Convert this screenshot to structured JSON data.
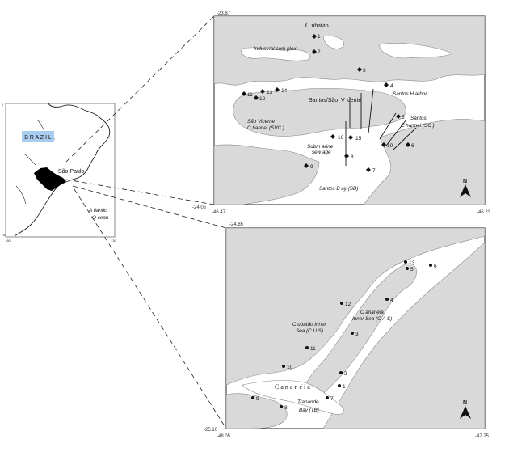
{
  "overview": {
    "country_label": "B R A Z I L",
    "city_label": "São Paulo",
    "ocean_line1": "A tlantic",
    "ocean_line2": "O cean",
    "tick_left": "-80",
    "tick_right": "-30",
    "tick_top": "0",
    "tick_bottom": "-30"
  },
  "santos": {
    "coords": {
      "top": "-23.87",
      "bottom": "-24.05",
      "left": "-46.47",
      "right": "-46.23"
    },
    "labels": {
      "cubatao": "C ubatão",
      "industrial": "Industrial  com plex",
      "santos_sv": "Santos/São",
      "vicente": "V icente",
      "harbor": "Santos  H arbor",
      "svc1": "São  Vicente",
      "svc2": "C hannel  (SVC )",
      "sc1": "Santos",
      "sc2": "C hannel  (SC )",
      "sewage1": "Subm arine",
      "sewage2": "sew age",
      "bay": "Santos  B ay  (SB)"
    },
    "station_labels": [
      "1",
      "2",
      "3",
      "4",
      "5",
      "6",
      "7",
      "8",
      "9",
      "10",
      "11",
      "12",
      "13",
      "14",
      "15",
      "16"
    ],
    "north": "N"
  },
  "cananeia": {
    "coords": {
      "top": "-24.85",
      "bottom": "-25.10",
      "left": "-48.05",
      "right": "-47.75"
    },
    "labels": {
      "cubatao_sea1": "C ubatão  Inner",
      "cubatao_sea2": "Sea  (C U S)",
      "cananeia_sea1": "C ananéia",
      "cananeia_sea2": "Inner  Sea  (C A S)",
      "city": "C a n a n é i a",
      "trapande1": "Trapande",
      "trapande2": "Bay  (TB)"
    },
    "station_labels": [
      "1",
      "2",
      "3",
      "4",
      "5",
      "6",
      "7",
      "8",
      "9",
      "10",
      "11",
      "12",
      "13"
    ],
    "north": "N"
  },
  "colors": {
    "land": "#d9d9d9",
    "sao_paulo_state": "#000000",
    "brazil_label_bg": "#a9cdf0",
    "water": "#ffffff",
    "outline": "#8a8a8a"
  }
}
